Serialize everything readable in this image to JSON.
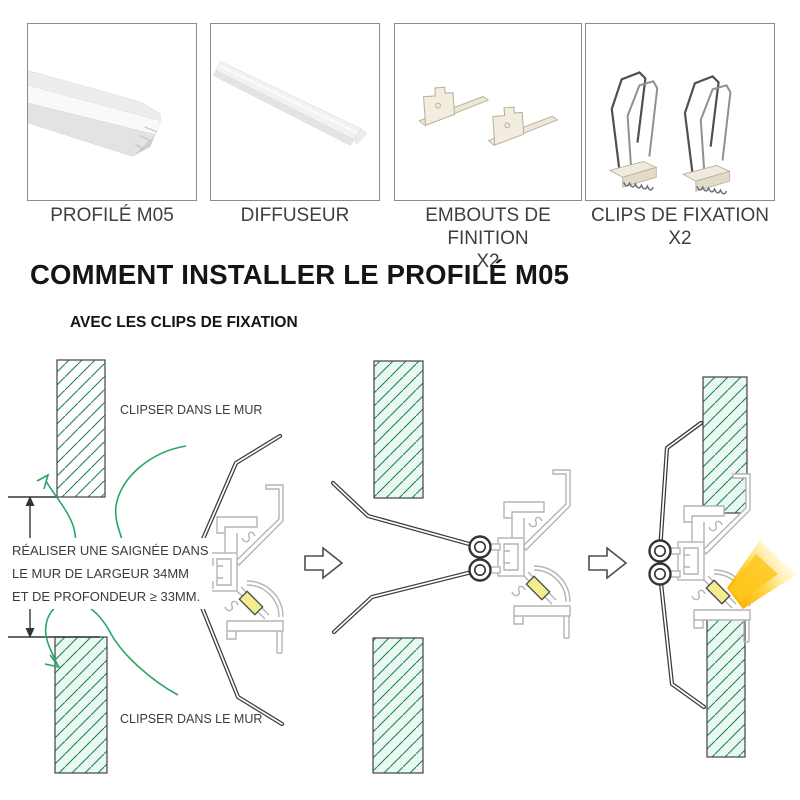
{
  "products": [
    {
      "label": "PROFILÉ M05",
      "qty": ""
    },
    {
      "label": "DIFFUSEUR",
      "qty": ""
    },
    {
      "label": "EMBOUTS DE FINITION",
      "qty": "X2"
    },
    {
      "label": "CLIPS DE FIXATION",
      "qty": "X2"
    }
  ],
  "heading": {
    "title": "COMMENT INSTALLER LE PROFILÉ M05",
    "subtitle": "AVEC LES CLIPS DE FIXATION"
  },
  "diagram": {
    "labels": {
      "clip_top": "CLIPSER DANS LE MUR",
      "clip_bottom": "CLIPSER DANS LE MUR",
      "note_line1": "RÉALISER UNE SAIGNÉE DANS",
      "note_line2": "LE MUR DE LARGEUR 34MM",
      "note_line3": "ET DE PROFONDEUR ≥ 33MM."
    },
    "colors": {
      "hatch_green": "#20825c",
      "wall_tint": "#e9f8f0",
      "arrow_green": "#2ba566",
      "profile_gray": "#b4b4b4",
      "led_yellow": "#f2ed8e",
      "beam_yellow": "#ffc425",
      "text": "#3b3b3b"
    }
  }
}
